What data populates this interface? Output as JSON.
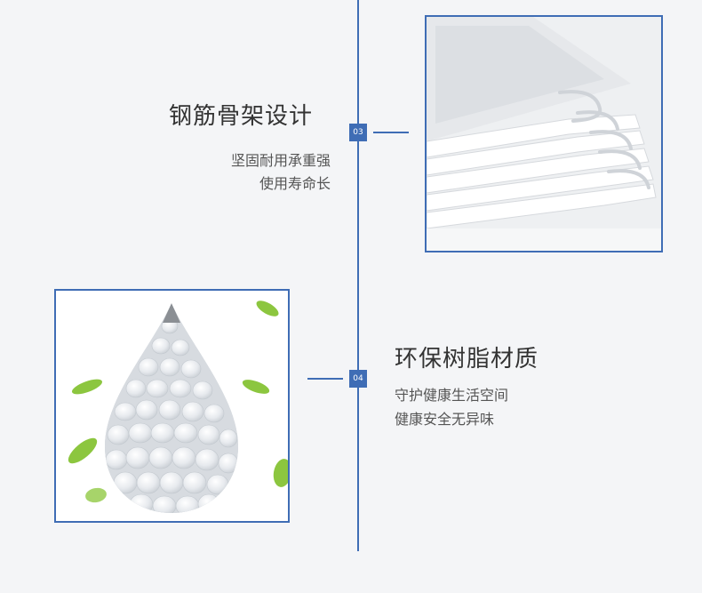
{
  "accent_color": "#3f6db5",
  "features": [
    {
      "number": "03",
      "title": "钢筋骨架设计",
      "desc_lines": [
        "坚固耐用承重强",
        "使用寿命长"
      ],
      "image_icon": "stacked-trays-image"
    },
    {
      "number": "04",
      "title": "环保树脂材质",
      "desc_lines": [
        "守护健康生活空间",
        "健康安全无异味"
      ],
      "image_icon": "resin-pellets-droplet-image"
    }
  ]
}
